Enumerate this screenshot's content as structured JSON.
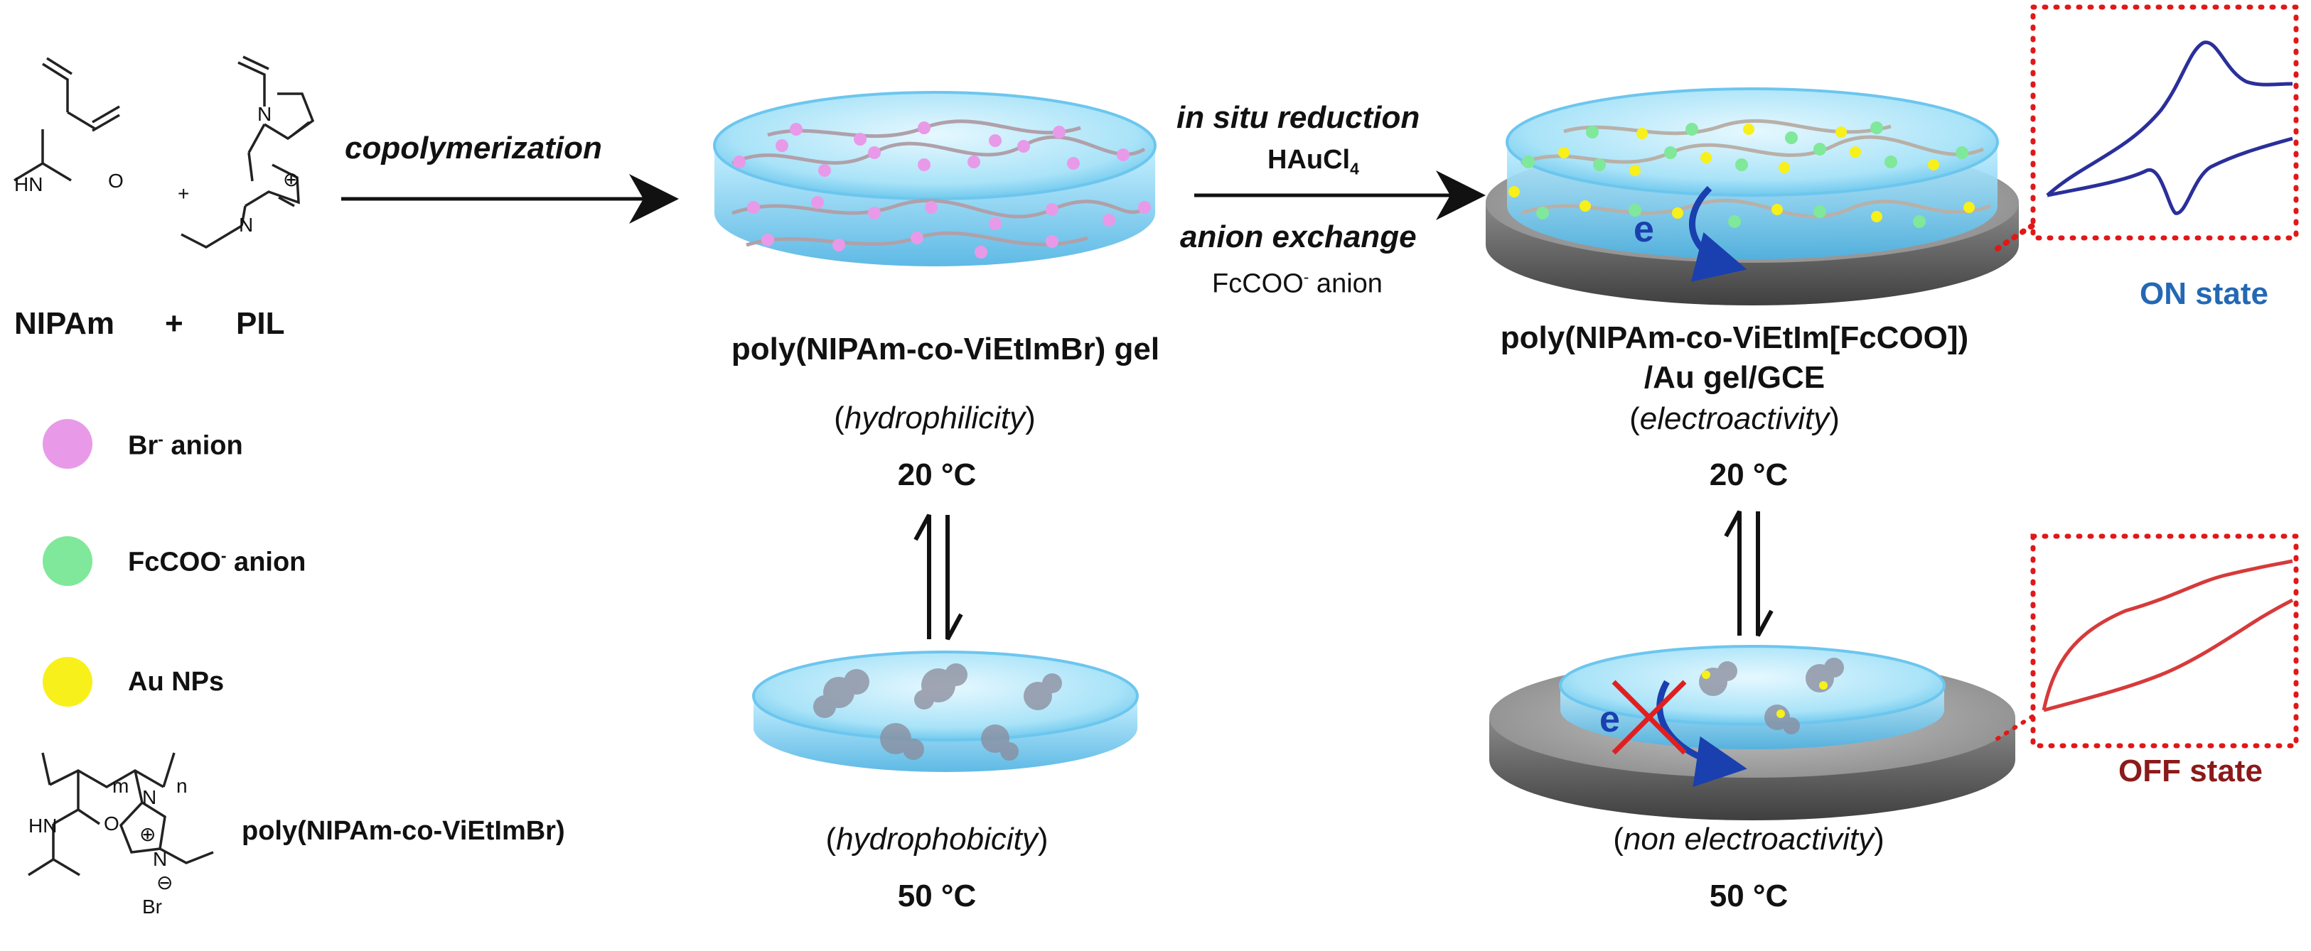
{
  "monomers": {
    "nipam_label": "NIPAm",
    "plus": "+",
    "pil_label": "PIL",
    "plus_small": "+",
    "amide_hn": "HN",
    "amide_o": "O",
    "ring_n_top": "N",
    "ring_n_bottom": "N",
    "ring_charge": "⊕"
  },
  "legend": {
    "items": [
      {
        "label_main": "Br",
        "label_sup": "-",
        "label_rest": " anion",
        "color": "#e89ae8"
      },
      {
        "label_main": "FcCOO",
        "label_sup": "-",
        "label_rest": "  anion",
        "color": "#7fe89a"
      },
      {
        "label_main": "Au NPs",
        "label_sup": "",
        "label_rest": "",
        "color": "#f7f01a"
      }
    ],
    "polymer_label": "poly(NIPAm-co-ViEtImBr)",
    "structure": {
      "m": "m",
      "n": "n",
      "hn": "HN",
      "o": "O",
      "n_top": "N",
      "n_bottom": "N",
      "plus": "⊕",
      "minus": "⊖",
      "br": "Br"
    }
  },
  "step1": {
    "label": "copolymerization"
  },
  "step2": {
    "reduction": "in situ reduction",
    "reagent_main": "HAuCl",
    "reagent_sub": "4",
    "exchange": "anion exchange",
    "anion_main": "FcCOO",
    "anion_sup": "-",
    "anion_rest": " anion"
  },
  "gel1": {
    "name": "poly(NIPAm-co-ViEtImBr) gel",
    "property_hot": "hydrophobicity",
    "property_cold": "hydrophilicity",
    "temp_cold": "20 °C",
    "temp_hot": "50 °C"
  },
  "gel2": {
    "name_line1": "poly(NIPAm-co-ViEtIm[FcCOO])",
    "name_line2": "/Au gel/GCE",
    "property_cold": "electroactivity",
    "property_hot": "non electroactivity",
    "temp_cold": "20 °C",
    "temp_hot": "50 °C",
    "electron": "e"
  },
  "states": {
    "on": "ON state",
    "off": "OFF state",
    "on_color": "#2468b4",
    "off_color": "#8b1a1a"
  },
  "colors": {
    "gel": "#8fd6f2",
    "gel_edge": "#4fb3e3",
    "electrode": "#6b6b6b",
    "cv_on": "#2a2f9a",
    "cv_off": "#d63a3a",
    "dotted": "#e01818"
  }
}
